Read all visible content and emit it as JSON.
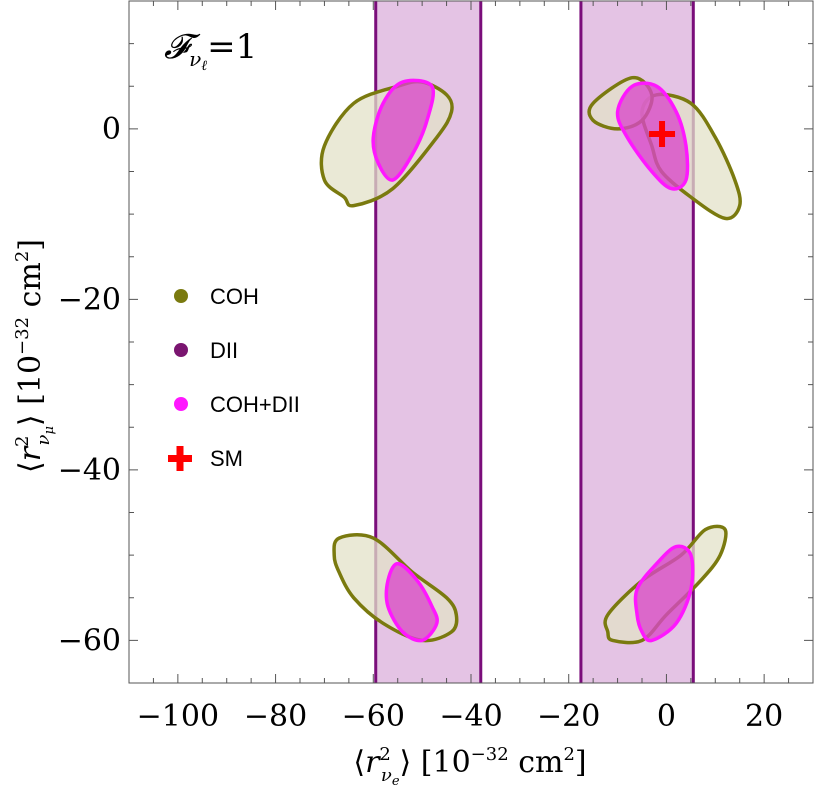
{
  "chart_data": {
    "type": "contour",
    "annotation": {
      "main": "𝓕",
      "sub": "ν",
      "subsub": "ℓ",
      "rest": "=1"
    },
    "xlabel": {
      "open": "⟨",
      "r": "r",
      "sup2": "2",
      "sub": "ν",
      "subsub": "e",
      "close": "⟩",
      "units_a": " [10",
      "exp": "−32",
      "units_b": " cm",
      "units_sup": "2",
      "units_c": "]"
    },
    "ylabel": {
      "open": "⟨",
      "r": "r",
      "sup2": "2",
      "sub": "ν",
      "subsub": "μ",
      "close": "⟩",
      "units_a": " [10",
      "exp": "−32",
      "units_b": " cm",
      "units_sup": "2",
      "units_c": "]"
    },
    "xlim": [
      -110,
      30
    ],
    "ylim": [
      -65,
      15
    ],
    "xticks": [
      -100,
      -80,
      -60,
      -40,
      -20,
      0,
      20
    ],
    "xtick_labels": [
      "−100",
      "−80",
      "−60",
      "−40",
      "−20",
      "0",
      "20"
    ],
    "yticks": [
      0,
      -20,
      -40,
      -60
    ],
    "ytick_labels": [
      "0",
      "−20",
      "−40",
      "−60"
    ],
    "colors": {
      "coh": "#7a7a0f",
      "coh_fill": "#e3e2c8",
      "dii": "#7a0d7a",
      "dii_fill": "#dfb9df",
      "combined": "#ff17ff",
      "combined_fill": "#d848c8",
      "sm": "#ff0000"
    },
    "legend": {
      "position": "center-left",
      "items": [
        {
          "label": "COH",
          "marker": "dot",
          "color": "#7a7a0f"
        },
        {
          "label": "DII",
          "marker": "dot",
          "color": "#7a1570"
        },
        {
          "label": "COH+DII",
          "marker": "dot",
          "color": "#ff17ff"
        },
        {
          "label": "SM",
          "marker": "cross",
          "color": "#ff0000"
        }
      ]
    },
    "series": [
      {
        "name": "DII",
        "kind": "vertical-bands",
        "bands": [
          [
            -59.5,
            -38
          ],
          [
            -17.5,
            5.5
          ]
        ]
      },
      {
        "name": "COH",
        "kind": "regions",
        "regions": [
          [
            [
              -66,
              -8
            ],
            [
              -70,
              -6
            ],
            [
              -70,
              -2
            ],
            [
              -64,
              3
            ],
            [
              -55,
              5
            ],
            [
              -50,
              5.5
            ],
            [
              -45,
              4
            ],
            [
              -44,
              2
            ],
            [
              -47,
              -1
            ],
            [
              -56,
              -7
            ],
            [
              -64,
              -9
            ]
          ],
          [
            [
              -5,
              2
            ],
            [
              -2,
              4
            ],
            [
              5,
              3
            ],
            [
              10,
              -1
            ],
            [
              14,
              -6
            ],
            [
              15,
              -9
            ],
            [
              12,
              -10.5
            ],
            [
              5,
              -8
            ],
            [
              -1,
              -5
            ],
            [
              -3,
              -2
            ]
          ],
          [
            [
              -68,
              -50
            ],
            [
              -67,
              -48
            ],
            [
              -60,
              -48
            ],
            [
              -52,
              -52
            ],
            [
              -45,
              -55
            ],
            [
              -43,
              -57
            ],
            [
              -44,
              -59
            ],
            [
              -50,
              -60
            ],
            [
              -58,
              -58
            ],
            [
              -64,
              -55
            ],
            [
              -67,
              -52
            ]
          ],
          [
            [
              -12,
              -59
            ],
            [
              -12,
              -57
            ],
            [
              -5,
              -53
            ],
            [
              3,
              -50
            ],
            [
              8,
              -47
            ],
            [
              12,
              -47
            ],
            [
              11,
              -50
            ],
            [
              7,
              -53
            ],
            [
              0,
              -57
            ],
            [
              -5,
              -60
            ],
            [
              -11,
              -60
            ]
          ],
          [
            [
              -15,
              3
            ],
            [
              -7,
              6
            ],
            [
              -3,
              4
            ],
            [
              -5,
              1
            ],
            [
              -10,
              0
            ],
            [
              -15,
              1
            ]
          ]
        ]
      },
      {
        "name": "COH+DII",
        "kind": "regions",
        "regions": [
          [
            [
              -59,
              -4
            ],
            [
              -60,
              -1
            ],
            [
              -58,
              3
            ],
            [
              -54,
              5.5
            ],
            [
              -48,
              5
            ],
            [
              -49,
              1
            ],
            [
              -52,
              -3
            ],
            [
              -56,
              -6
            ]
          ],
          [
            [
              -10,
              2
            ],
            [
              -7,
              5
            ],
            [
              -2,
              5
            ],
            [
              2,
              2
            ],
            [
              4,
              -2
            ],
            [
              4,
              -6
            ],
            [
              1,
              -7
            ],
            [
              -3,
              -5
            ],
            [
              -8,
              -1
            ]
          ],
          [
            [
              -57,
              -56
            ],
            [
              -57,
              -53
            ],
            [
              -55,
              -51
            ],
            [
              -51,
              -53
            ],
            [
              -48,
              -56
            ],
            [
              -47,
              -58
            ],
            [
              -50,
              -60
            ],
            [
              -54,
              -59
            ]
          ],
          [
            [
              -6,
              -57
            ],
            [
              -6,
              -54
            ],
            [
              -2,
              -51
            ],
            [
              2,
              -49
            ],
            [
              5,
              -50
            ],
            [
              5,
              -54
            ],
            [
              2,
              -58
            ],
            [
              -3,
              -60
            ],
            [
              -5,
              -59
            ]
          ]
        ]
      }
    ],
    "points": [
      {
        "name": "SM",
        "x": -0.9,
        "y": -0.6
      }
    ]
  }
}
